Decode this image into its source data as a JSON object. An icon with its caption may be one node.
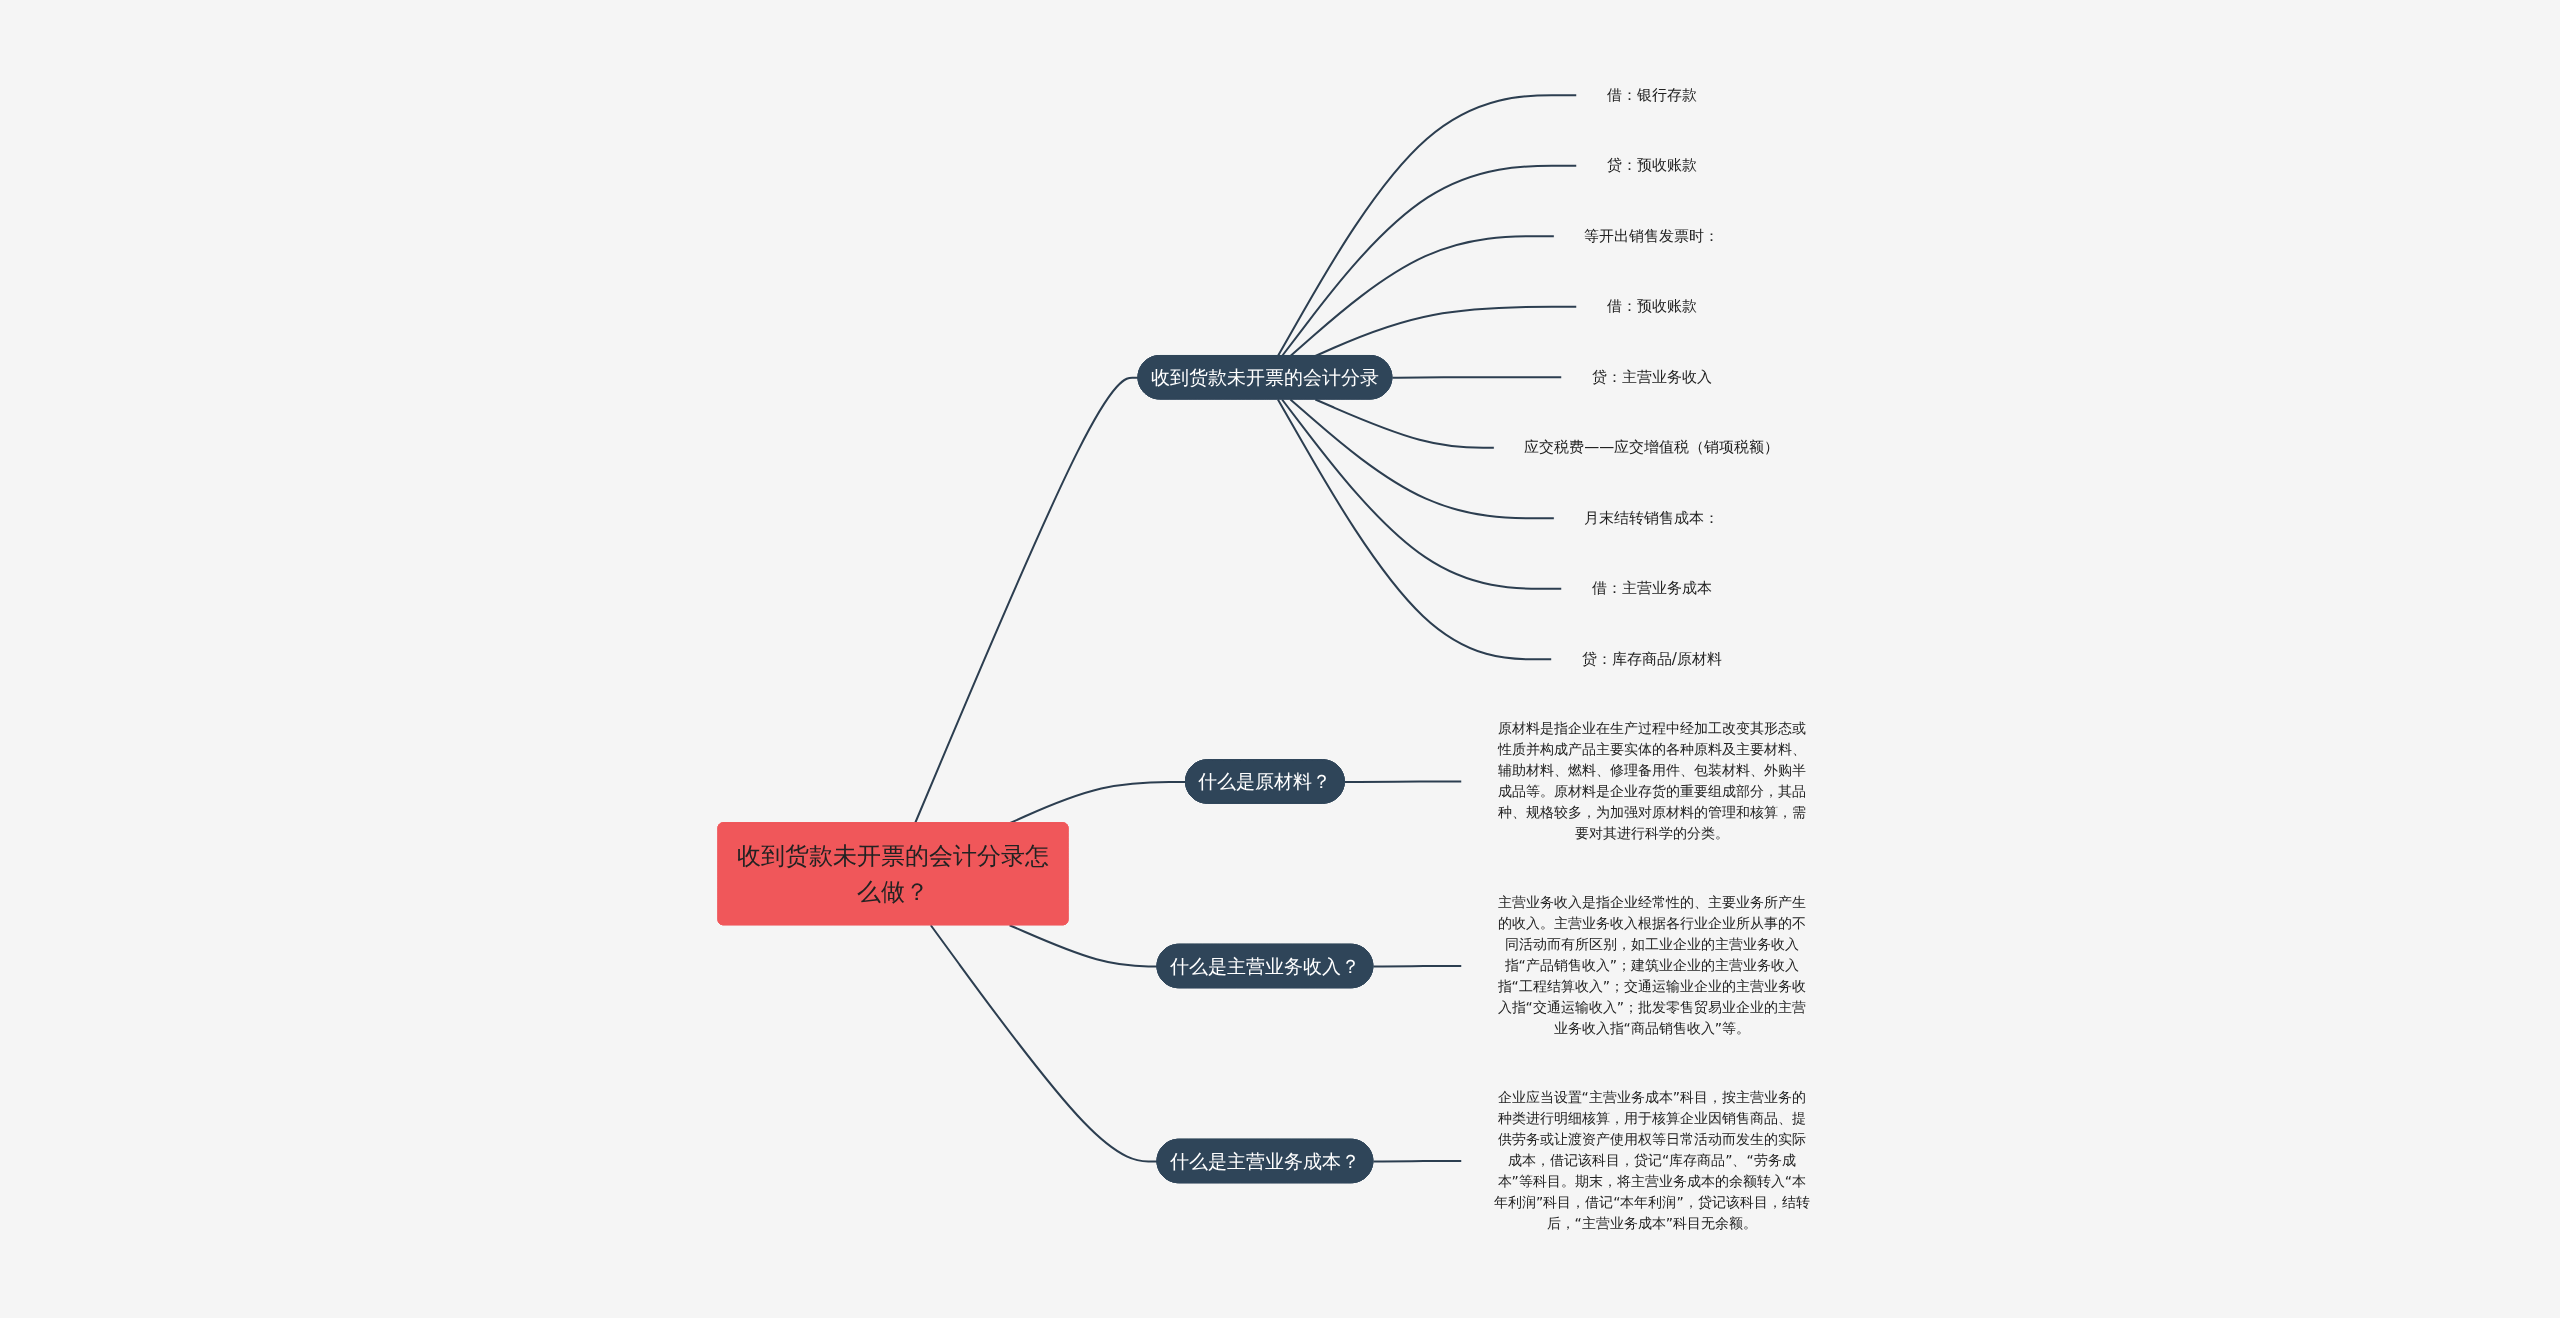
{
  "diagram": {
    "nodes": [
      {
        "text": [
          "收到货款未开票的会计分录怎么做？"
        ]
      },
      {
        "text": [
          "收到货款未开票的会计分录"
        ]
      },
      {
        "text": [
          "借：银行存款"
        ]
      },
      {
        "text": [
          "贷：预收账款"
        ]
      },
      {
        "text": [
          "等开出销售发票时："
        ]
      },
      {
        "text": [
          "借：预收账款"
        ]
      },
      {
        "text": [
          "贷：主营业务收入"
        ]
      },
      {
        "text": [
          "应交税费——应交增值税（销项税额）"
        ]
      },
      {
        "text": [
          "月末结转销售成本："
        ]
      },
      {
        "text": [
          "借：主营业务成本"
        ]
      },
      {
        "text": [
          "贷：库存商品/原材料"
        ]
      },
      {
        "text": [
          "什么是原材料？"
        ]
      },
      {
        "text": [
          "原材料是指企业在生产过程中经加工改变其形态或性质并构成产品主要实体的各种原料及主要材料、辅助材料、燃料、修理备用件、包装材料、外购半成品等。原材料是企业存货的重要组成部分，其品种、规格较多，为加强对原材料的管理和核算，需要对其进行科学的分类。"
        ]
      },
      {
        "text": [
          "什么是主营业务收入？"
        ]
      },
      {
        "text": [
          "主营业务收入是指企业经常性的、主要业务所产生的收入。主营业务收入根据各行业企业所从事的不同活动而有所区别，如工业企业的主营业务收入指“产品销售收入”；建筑业企业的主营业务收入指“工程结算收入”；交通运输业企业的主营业务收入指“交通运输收入”；批发零售贸易业企业的主营业务收入指“商品销售收入”等。"
        ]
      },
      {
        "text": [
          "什么是主营业务成本？"
        ]
      },
      {
        "text": [
          "企业应当设置“主营业务成本”科目，按主营业务的种类进行明细核算，用于核算企业因销售商品、提供劳务或让渡资产使用权等日常活动而发生的实际成本，借记该科目，贷记“库存商品”、“劳务成本”等科目。期末，将主营业务成本的余额转入“本年利润”科目，借记“本年利润”，贷记该科目，结转后，“主营业务成本”科目无余额。"
        ]
      }
    ],
    "edges": [
      {
        "from": 0,
        "to": 1,
        "arrow": "none"
      },
      {
        "from": 1,
        "to": 2,
        "arrow": "none"
      },
      {
        "from": 1,
        "to": 3,
        "arrow": "none"
      },
      {
        "from": 1,
        "to": 4,
        "arrow": "none"
      },
      {
        "from": 1,
        "to": 5,
        "arrow": "none"
      },
      {
        "from": 1,
        "to": 6,
        "arrow": "none"
      },
      {
        "from": 1,
        "to": 7,
        "arrow": "none"
      },
      {
        "from": 1,
        "to": 8,
        "arrow": "none"
      },
      {
        "from": 1,
        "to": 9,
        "arrow": "none"
      },
      {
        "from": 1,
        "to": 10,
        "arrow": "none"
      },
      {
        "from": 0,
        "to": 11,
        "arrow": "none"
      },
      {
        "from": 11,
        "to": 12,
        "arrow": "none"
      },
      {
        "from": 0,
        "to": 13,
        "arrow": "none"
      },
      {
        "from": 13,
        "to": 14,
        "arrow": "none"
      },
      {
        "from": 0,
        "to": 15,
        "arrow": "none"
      },
      {
        "from": 15,
        "to": 16,
        "arrow": "none"
      }
    ]
  }
}
